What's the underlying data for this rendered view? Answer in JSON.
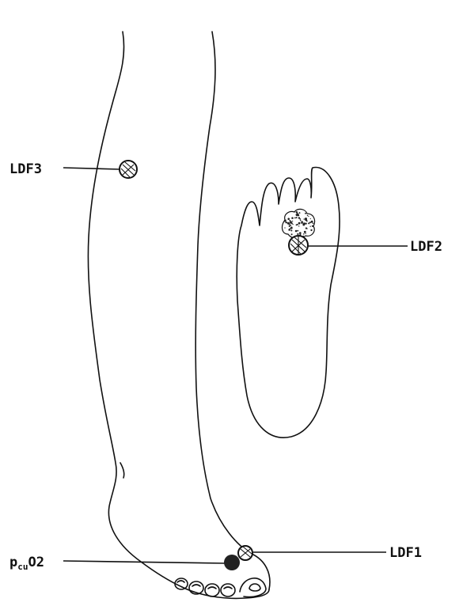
{
  "labels": {
    "ldf3": "LDF3",
    "ldf2": "LDF2",
    "ldf1": "LDF1",
    "pcuo2_main": "p",
    "pcuo2_sub": "cu",
    "pcuo2_tail": "O2"
  },
  "colors": {
    "line": "#111111",
    "background": "#ffffff",
    "electrode": "#111111",
    "ulcer": "#222222"
  },
  "icons": {
    "ldf_probe": "hatched-circle-sensor",
    "pcuo2_electrode": "filled-circle-sensor",
    "lesion": "stippled-patch"
  }
}
